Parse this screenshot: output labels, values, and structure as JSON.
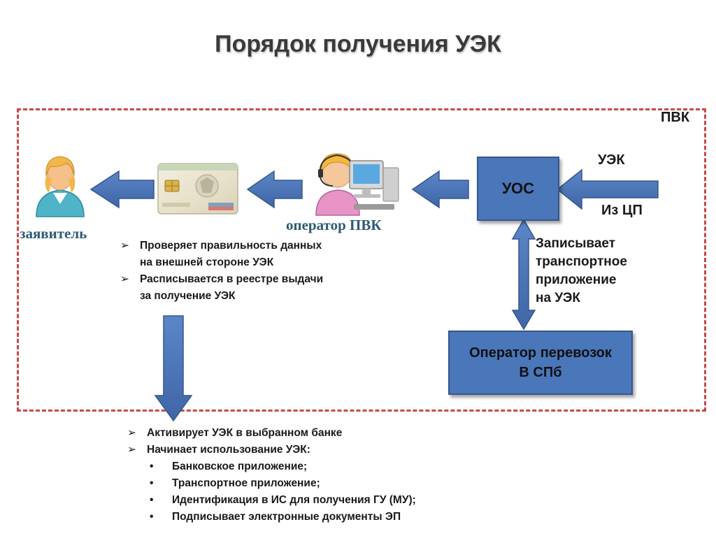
{
  "title": "Порядок получения УЭК",
  "frame": {
    "label": "ПВК"
  },
  "boxes": {
    "uos": "УОС",
    "operator_line1": "Оператор перевозок",
    "operator_line2": "В СПб"
  },
  "labels": {
    "uek": "УЭК",
    "iz_cp": "Из ЦП",
    "writes": [
      "Записывает",
      "транспортное",
      "приложение",
      "на УЭК"
    ],
    "applicant": "заявитель",
    "pvk_operator": "оператор ПВК"
  },
  "applicant_steps": [
    {
      "marker": "➢",
      "lines": [
        "Проверяет правильность данных",
        "на внешней стороне УЭК"
      ]
    },
    {
      "marker": "➢",
      "lines": [
        "Расписывается в реестре выдачи",
        "за получение УЭК"
      ]
    }
  ],
  "after_steps": [
    {
      "marker": "➢",
      "text": "Активирует УЭК в выбранном банке",
      "level": 1
    },
    {
      "marker": "➢",
      "text": "Начинает использование УЭК:",
      "level": 1
    },
    {
      "marker": "•",
      "text": "Банковское приложение;",
      "level": 2
    },
    {
      "marker": "•",
      "text": "Транспортное приложение;",
      "level": 2
    },
    {
      "marker": "•",
      "text": "Идентификация в ИС для получения ГУ (МУ);",
      "level": 2
    },
    {
      "marker": "•",
      "text": "Подписывает электронные документы ЭП",
      "level": 2
    }
  ],
  "colors": {
    "box_fill": "#4a76ba",
    "frame_dash": "#c9484a",
    "label_text": "#2e5a73"
  },
  "icons": [
    "applicant-person-icon",
    "uek-card-icon",
    "operator-headset-icon",
    "computer-icon"
  ]
}
